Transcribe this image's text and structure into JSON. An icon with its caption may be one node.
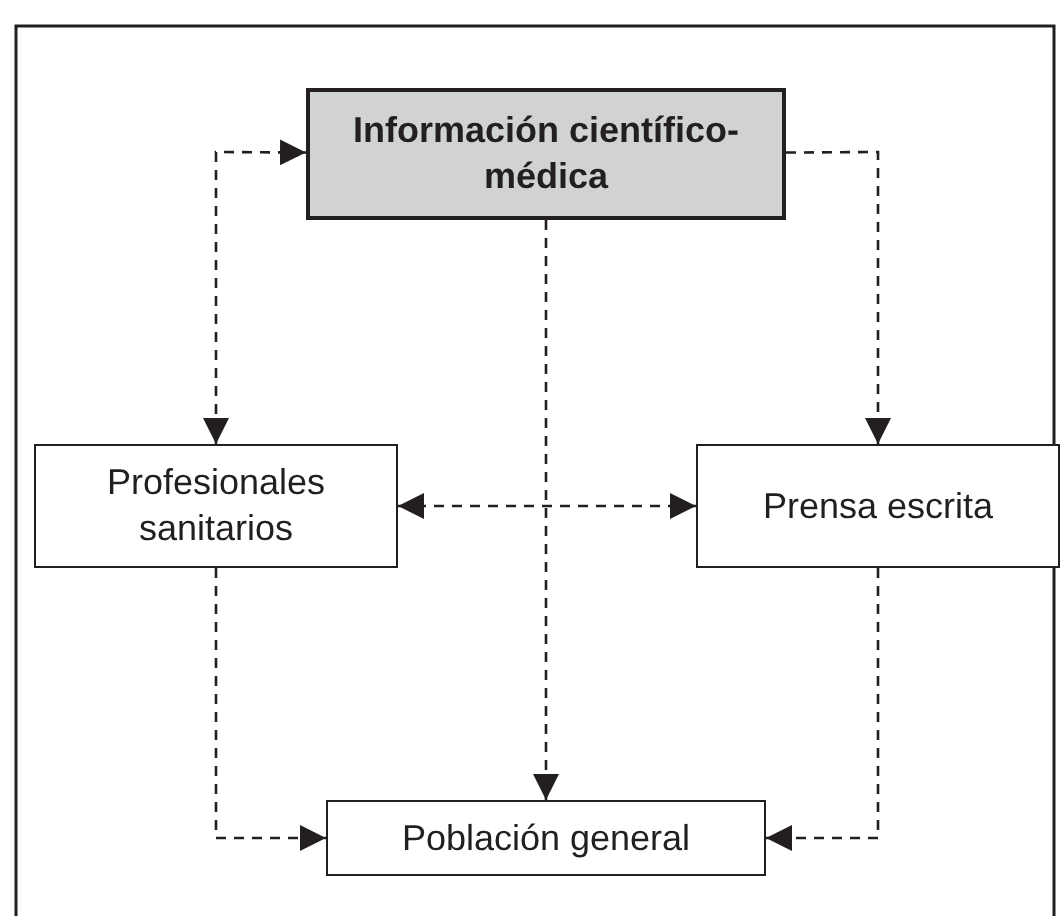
{
  "diagram": {
    "nodes": [
      {
        "text": [
          "Información científico-médica"
        ]
      },
      {
        "text": [
          "Profesionales sanitarios"
        ]
      },
      {
        "text": [
          "Prensa escrita"
        ]
      },
      {
        "text": [
          "Población general"
        ]
      }
    ],
    "edges": [
      {
        "from": 0,
        "to": 1,
        "arrow": "both",
        "style": "dashed"
      },
      {
        "from": 0,
        "to": 2,
        "arrow": "to",
        "style": "dashed"
      },
      {
        "from": 0,
        "to": 3,
        "arrow": "to",
        "style": "dashed"
      },
      {
        "from": 1,
        "to": 2,
        "arrow": "both",
        "style": "dashed"
      },
      {
        "from": 1,
        "to": 3,
        "arrow": "to",
        "style": "dashed"
      },
      {
        "from": 2,
        "to": 3,
        "arrow": "to",
        "style": "dashed"
      }
    ]
  }
}
